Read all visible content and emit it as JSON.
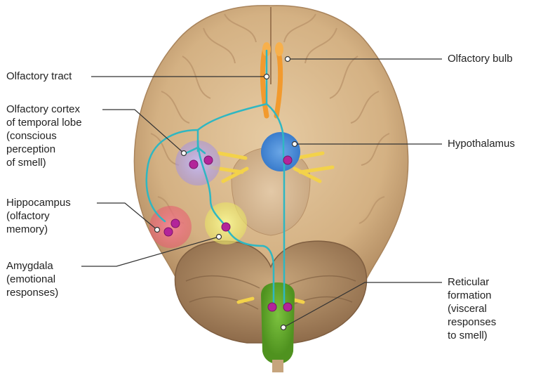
{
  "labels": {
    "olfactory_tract": "Olfactory tract",
    "olfactory_cortex": "Olfactory cortex\nof temporal lobe\n(conscious\nperception\nof smell)",
    "hippocampus": "Hippocampus\n(olfactory\nmemory)",
    "amygdala": "Amygdala\n(emotional\nresponses)",
    "olfactory_bulb": "Olfactory bulb",
    "hypothalamus": "Hypothalamus",
    "reticular_formation": "Reticular\nformation\n(visceral\nresponses\nto smell)"
  },
  "colors": {
    "brain": "#d9b98e",
    "brain_dark": "#b8936a",
    "pathway": "#2fb7c2",
    "neuron": "#b3249a",
    "bulb": "#f29a2e",
    "hypothalamus": "#4a8fd6",
    "olfactory_cortex": "#b6a6e0",
    "hippocampus": "#e86a78",
    "amygdala": "#f2ef7a",
    "reticular": "#5fa82e",
    "nerves": "#f3d24a"
  }
}
